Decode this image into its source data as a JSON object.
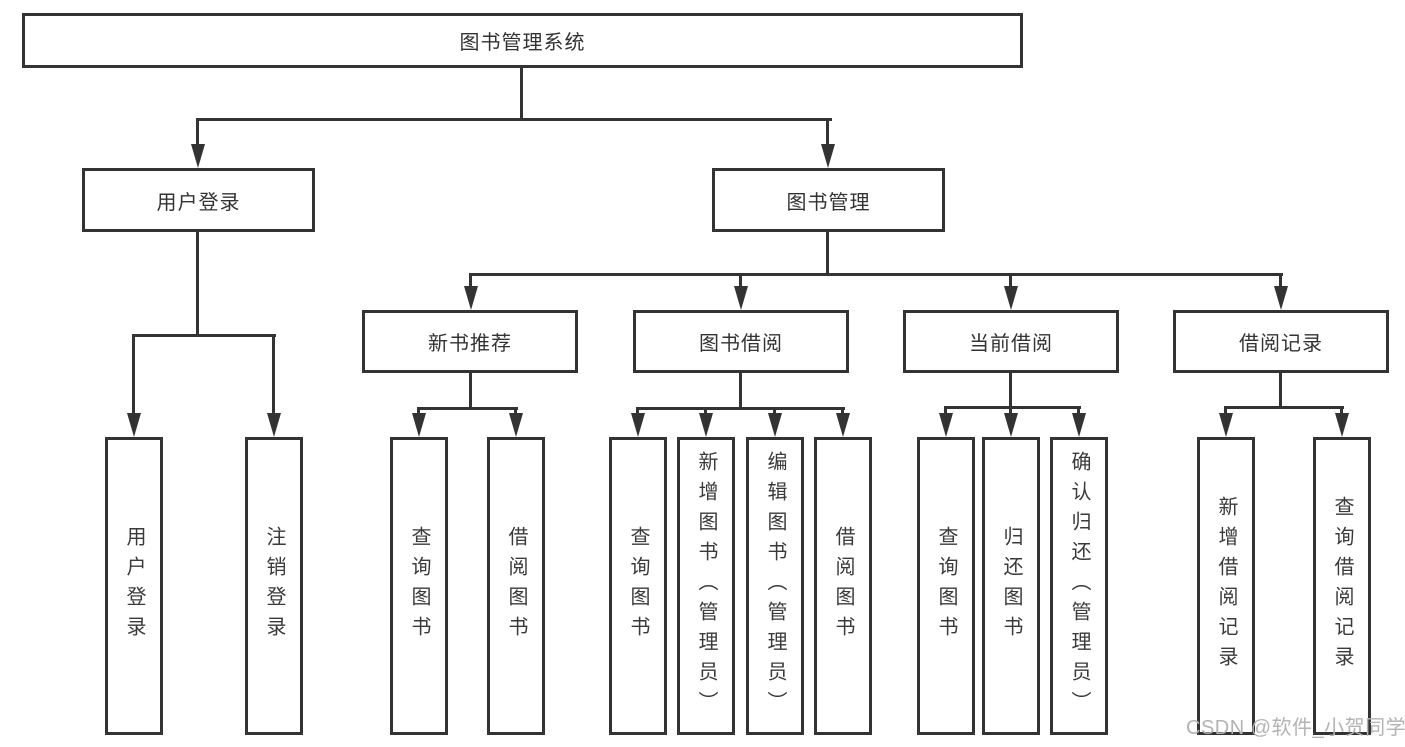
{
  "diagram": {
    "title": "图书管理系统",
    "line_color": "#333333",
    "nodes": {
      "root": "图书管理系统",
      "user_login": "用户登录",
      "book_mgmt": "图书管理",
      "new_book_rec": "新书推荐",
      "book_borrow": "图书借阅",
      "current_borrow": "当前借阅",
      "borrow_record": "借阅记录",
      "leaf_user_login": "用户登录",
      "leaf_logout": "注销登录",
      "leaf_rec_query": "查询图书",
      "leaf_rec_borrow": "借阅图书",
      "leaf_bb_query": "查询图书",
      "leaf_bb_add": "新增图书（管理员）",
      "leaf_bb_edit": "编辑图书（管理员）",
      "leaf_bb_borrow": "借阅图书",
      "leaf_cb_query": "查询图书",
      "leaf_cb_return": "归还图书",
      "leaf_cb_confirm": "确认归还（管理员）",
      "leaf_br_add": "新增借阅记录",
      "leaf_br_query": "查询借阅记录"
    }
  },
  "watermark": {
    "text": "CSDN @软件_小贺同学"
  }
}
